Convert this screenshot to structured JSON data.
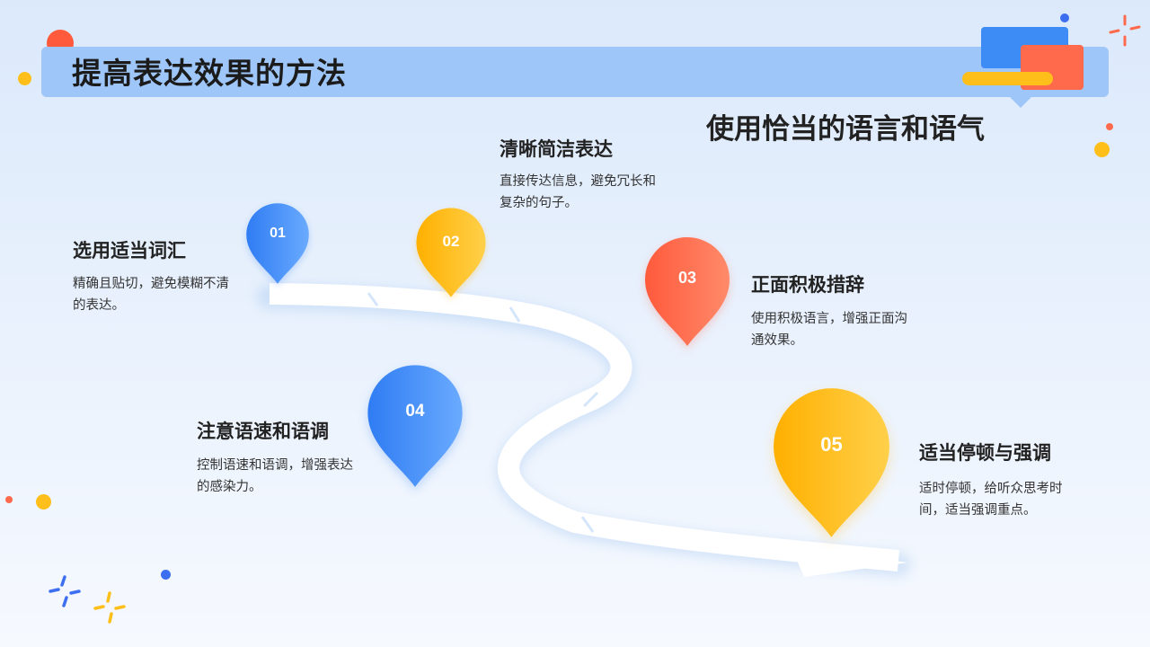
{
  "title": "提高表达效果的方法",
  "subtitle": "使用恰当的语言和语气",
  "colors": {
    "blue": "#3d8bf5",
    "yellow": "#ffb713",
    "red": "#ff6a4d",
    "title_bar": "#9fc6f8"
  },
  "steps": [
    {
      "number": "01",
      "title": "选用适当词汇",
      "desc": "精确且贴切，避免模糊不清的表达。",
      "color": "blue"
    },
    {
      "number": "02",
      "title": "清晰简洁表达",
      "desc": "直接传达信息，避免冗长和复杂的句子。",
      "color": "yellow"
    },
    {
      "number": "03",
      "title": "正面积极措辞",
      "desc": "使用积极语言，增强正面沟通效果。",
      "color": "red"
    },
    {
      "number": "04",
      "title": "注意语速和语调",
      "desc": "控制语速和语调，增强表达的感染力。",
      "color": "blue"
    },
    {
      "number": "05",
      "title": "适当停顿与强调",
      "desc": "适时停顿，给听众思考时间，适当强调重点。",
      "color": "yellow"
    }
  ]
}
